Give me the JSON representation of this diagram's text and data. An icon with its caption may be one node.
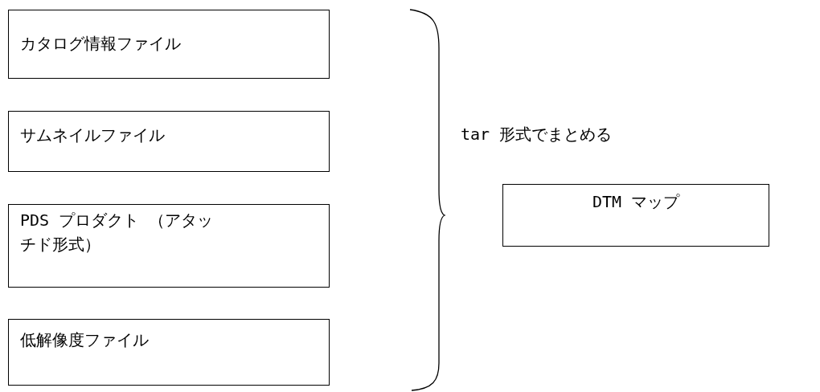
{
  "diagram": {
    "nodes": [
      {
        "text": [
          "カタログ情報ファイル"
        ]
      },
      {
        "text": [
          "サムネイルファイル"
        ]
      },
      {
        "text": [
          "PDS プロダクト （アタッチド形式）"
        ]
      },
      {
        "text": [
          "低解像度ファイル"
        ]
      },
      {
        "text": [
          "DTM マップ"
        ]
      }
    ],
    "labels": [
      "tar 形式でまとめる"
    ]
  }
}
